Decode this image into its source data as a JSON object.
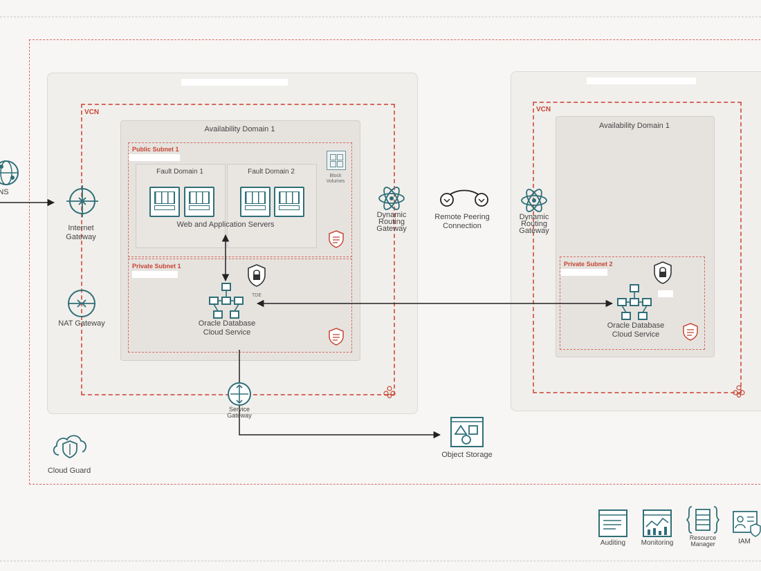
{
  "left_region": {
    "vcn_label": "VCN",
    "availability_domain": "Availability Domain 1",
    "public_subnet": "Public Subnet 1",
    "private_subnet": "Private Subnet 1",
    "fault_domain_1": "Fault Domain 1",
    "fault_domain_2": "Fault Domain 2",
    "servers_label": "Web and Application Servers",
    "block_volumes": [
      "Block",
      "Volumes"
    ],
    "tde": "TDE",
    "database": [
      "Oracle Database",
      "Cloud Service"
    ],
    "drg": [
      "Dynamic",
      "Routing",
      "Gateway"
    ]
  },
  "right_region": {
    "vcn_label": "VCN",
    "availability_domain": "Availability Domain 1",
    "private_subnet": "Private Subnet 2",
    "database": [
      "Oracle Database",
      "Cloud Service"
    ],
    "drg": [
      "Dynamic",
      "Routing",
      "Gateway"
    ]
  },
  "dns": "DNS",
  "internet_gateway": [
    "Internet",
    "Gateway"
  ],
  "nat_gateway": "NAT Gateway",
  "service_gateway": [
    "Service",
    "Gateway"
  ],
  "remote_peering": [
    "Remote Peering",
    "Connection"
  ],
  "object_storage": "Object Storage",
  "cloud_guard": "Cloud Guard",
  "services": {
    "auditing": "Auditing",
    "monitoring": "Monitoring",
    "resource_manager": [
      "Resource",
      "Manager"
    ],
    "iam": "IAM"
  },
  "colors": {
    "oracle_red": "#c74634",
    "icon_teal": "#2f6e77",
    "region_bg": "#f1efec"
  }
}
